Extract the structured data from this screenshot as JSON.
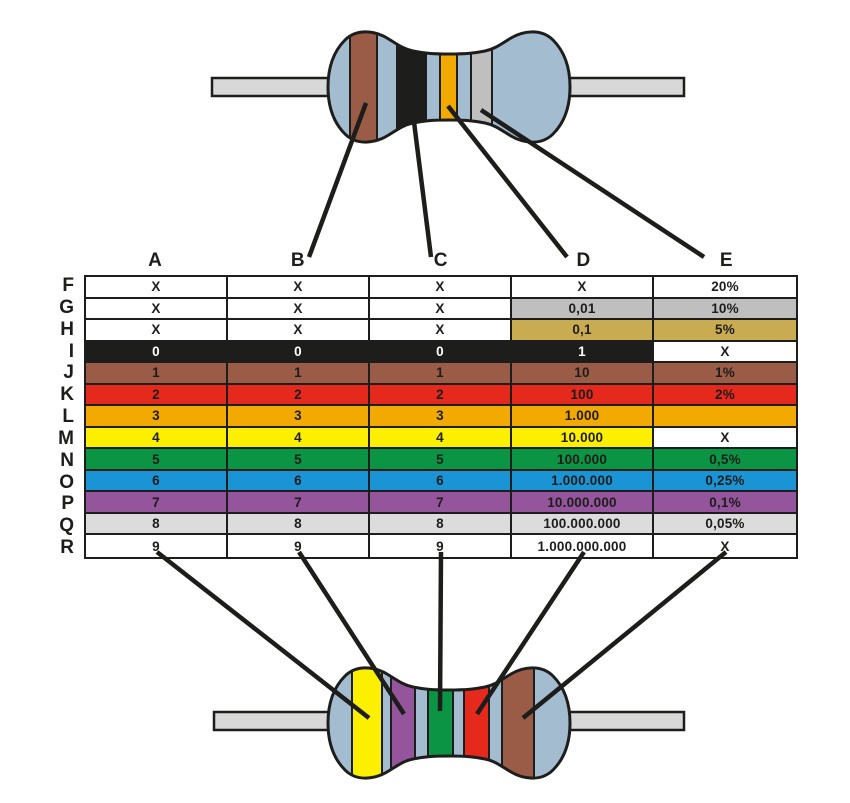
{
  "palette": {
    "white": "#ffffff",
    "black": "#1d1d1b",
    "brown": "#9a5b47",
    "red": "#e5291d",
    "orange": "#f2a900",
    "yellow": "#fdef00",
    "green": "#0b9444",
    "blue": "#1b94d6",
    "violet": "#94559c",
    "grey": "#dcdcdc",
    "silver": "#bfbfbf",
    "gold": "#c9ac52",
    "body": "#a4bcd0",
    "lead": "#d8d8d8",
    "line": "#1d1d1b",
    "text_dark": "#1d1d1b",
    "text_light": "#ffffff"
  },
  "table": {
    "column_headers": [
      "A",
      "B",
      "C",
      "D",
      "E"
    ],
    "rows": [
      {
        "label": "F",
        "cells": [
          {
            "text": "X",
            "color": "white"
          },
          {
            "text": "X",
            "color": "white"
          },
          {
            "text": "X",
            "color": "white"
          },
          {
            "text": "X",
            "color": "white"
          },
          {
            "text": "20%",
            "color": "white"
          }
        ]
      },
      {
        "label": "G",
        "cells": [
          {
            "text": "X",
            "color": "white"
          },
          {
            "text": "X",
            "color": "white"
          },
          {
            "text": "X",
            "color": "white"
          },
          {
            "text": "0,01",
            "color": "silver"
          },
          {
            "text": "10%",
            "color": "silver"
          }
        ]
      },
      {
        "label": "H",
        "cells": [
          {
            "text": "X",
            "color": "white"
          },
          {
            "text": "X",
            "color": "white"
          },
          {
            "text": "X",
            "color": "white"
          },
          {
            "text": "0,1",
            "color": "gold"
          },
          {
            "text": "5%",
            "color": "gold"
          }
        ]
      },
      {
        "label": "I",
        "cells": [
          {
            "text": "0",
            "color": "black"
          },
          {
            "text": "0",
            "color": "black"
          },
          {
            "text": "0",
            "color": "black"
          },
          {
            "text": "1",
            "color": "black"
          },
          {
            "text": "X",
            "color": "white"
          }
        ]
      },
      {
        "label": "J",
        "cells": [
          {
            "text": "1",
            "color": "brown"
          },
          {
            "text": "1",
            "color": "brown"
          },
          {
            "text": "1",
            "color": "brown"
          },
          {
            "text": "10",
            "color": "brown"
          },
          {
            "text": "1%",
            "color": "brown"
          }
        ]
      },
      {
        "label": "K",
        "cells": [
          {
            "text": "2",
            "color": "red"
          },
          {
            "text": "2",
            "color": "red"
          },
          {
            "text": "2",
            "color": "red"
          },
          {
            "text": "100",
            "color": "red"
          },
          {
            "text": "2%",
            "color": "red"
          }
        ]
      },
      {
        "label": "L",
        "cells": [
          {
            "text": "3",
            "color": "orange"
          },
          {
            "text": "3",
            "color": "orange"
          },
          {
            "text": "3",
            "color": "orange"
          },
          {
            "text": "1.000",
            "color": "orange"
          },
          {
            "text": "",
            "color": "orange"
          }
        ]
      },
      {
        "label": "M",
        "cells": [
          {
            "text": "4",
            "color": "yellow"
          },
          {
            "text": "4",
            "color": "yellow"
          },
          {
            "text": "4",
            "color": "yellow"
          },
          {
            "text": "10.000",
            "color": "yellow"
          },
          {
            "text": "X",
            "color": "white"
          }
        ]
      },
      {
        "label": "N",
        "cells": [
          {
            "text": "5",
            "color": "green"
          },
          {
            "text": "5",
            "color": "green"
          },
          {
            "text": "5",
            "color": "green"
          },
          {
            "text": "100.000",
            "color": "green"
          },
          {
            "text": "0,5%",
            "color": "green"
          }
        ]
      },
      {
        "label": "O",
        "cells": [
          {
            "text": "6",
            "color": "blue"
          },
          {
            "text": "6",
            "color": "blue"
          },
          {
            "text": "6",
            "color": "blue"
          },
          {
            "text": "1.000.000",
            "color": "blue"
          },
          {
            "text": "0,25%",
            "color": "blue"
          }
        ]
      },
      {
        "label": "P",
        "cells": [
          {
            "text": "7",
            "color": "violet"
          },
          {
            "text": "7",
            "color": "violet"
          },
          {
            "text": "7",
            "color": "violet"
          },
          {
            "text": "10.000.000",
            "color": "violet"
          },
          {
            "text": "0,1%",
            "color": "violet"
          }
        ]
      },
      {
        "label": "Q",
        "cells": [
          {
            "text": "8",
            "color": "grey"
          },
          {
            "text": "8",
            "color": "grey"
          },
          {
            "text": "8",
            "color": "grey"
          },
          {
            "text": "100.000.000",
            "color": "grey"
          },
          {
            "text": "0,05%",
            "color": "grey"
          }
        ]
      },
      {
        "label": "R",
        "cells": [
          {
            "text": "9",
            "color": "white"
          },
          {
            "text": "9",
            "color": "white"
          },
          {
            "text": "9",
            "color": "white"
          },
          {
            "text": "1.000.000.000",
            "color": "white"
          },
          {
            "text": "X",
            "color": "white"
          }
        ]
      }
    ]
  },
  "top_resistor": {
    "bands": [
      {
        "color": "brown",
        "points_to_column": "B"
      },
      {
        "color": "black",
        "points_to_column": "C"
      },
      {
        "color": "orange",
        "points_to_column": "D"
      },
      {
        "color": "silver",
        "points_to_column": "E"
      }
    ]
  },
  "bottom_resistor": {
    "bands": [
      {
        "color": "yellow",
        "points_to_column": "A"
      },
      {
        "color": "violet",
        "points_to_column": "B"
      },
      {
        "color": "green",
        "points_to_column": "C"
      },
      {
        "color": "red",
        "points_to_column": "D"
      },
      {
        "color": "brown",
        "points_to_column": "E"
      }
    ]
  }
}
